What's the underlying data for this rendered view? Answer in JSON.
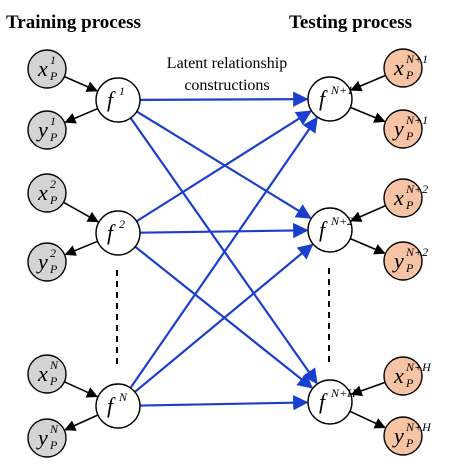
{
  "headings": {
    "training": "Training process",
    "testing": "Testing process"
  },
  "relation_label": {
    "line1": "Latent relationship",
    "line2": "constructions"
  },
  "colors": {
    "edge": "#1a3fcf",
    "arrow": "#000000",
    "train_data_fill": "#d4d4d4",
    "test_data_fill": "#f6c4a4",
    "model_fill": "#ffffff",
    "stroke": "#000000"
  },
  "training": {
    "models": [
      {
        "base": "f",
        "sup": "1"
      },
      {
        "base": "f",
        "sup": "2"
      },
      {
        "base": "f",
        "sup": "N"
      }
    ],
    "inputs": [
      {
        "base": "x",
        "sup": "1",
        "sub": "P"
      },
      {
        "base": "x",
        "sup": "2",
        "sub": "P"
      },
      {
        "base": "x",
        "sup": "N",
        "sub": "P"
      }
    ],
    "outputs": [
      {
        "base": "y",
        "sup": "1",
        "sub": "P"
      },
      {
        "base": "y",
        "sup": "2",
        "sub": "P"
      },
      {
        "base": "y",
        "sup": "N",
        "sub": "P"
      }
    ]
  },
  "testing": {
    "models": [
      {
        "base": "f",
        "sup": "N+1"
      },
      {
        "base": "f",
        "sup": "N+2"
      },
      {
        "base": "f",
        "sup": "N+H"
      }
    ],
    "inputs": [
      {
        "base": "x",
        "sup": "N+1",
        "sub": "P"
      },
      {
        "base": "x",
        "sup": "N+2",
        "sub": "P"
      },
      {
        "base": "x",
        "sup": "N+H",
        "sub": "P"
      }
    ],
    "outputs": [
      {
        "base": "y",
        "sup": "N+1",
        "sub": "P"
      },
      {
        "base": "y",
        "sup": "N+2",
        "sub": "P"
      },
      {
        "base": "y",
        "sup": "N+H",
        "sub": "P"
      }
    ]
  }
}
